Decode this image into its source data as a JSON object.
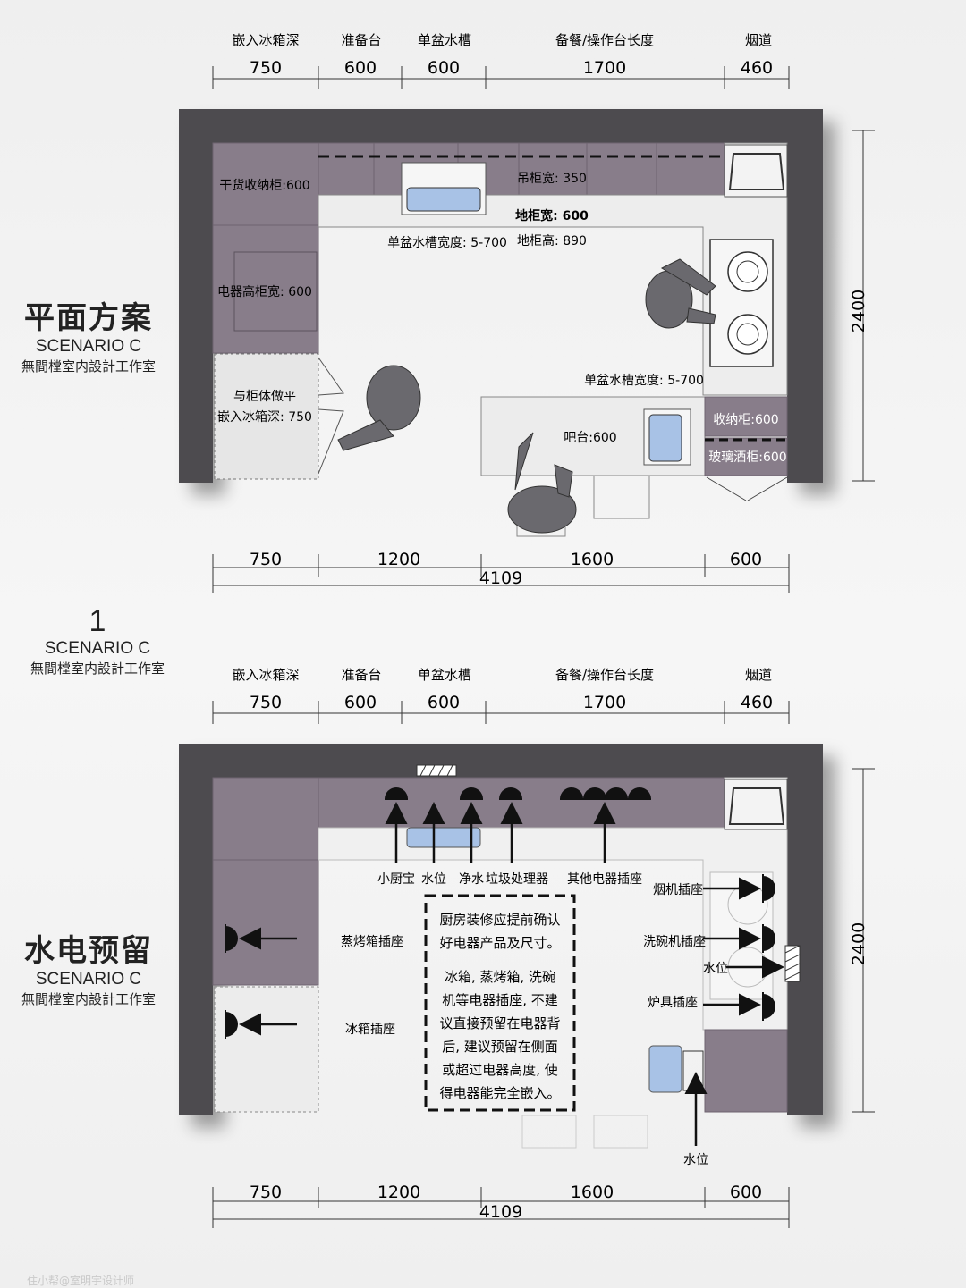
{
  "top_dims": {
    "labels": [
      "嵌入冰箱深",
      "准备台",
      "单盆水槽",
      "备餐/操作台长度",
      "烟道"
    ],
    "values": [
      "750",
      "600",
      "600",
      "1700",
      "460"
    ]
  },
  "bottom_dims": {
    "values": [
      "750",
      "1200",
      "1600",
      "600"
    ],
    "total": "4109"
  },
  "side_dim": "2400",
  "plan": {
    "title": "平面方案",
    "scenario": "SCENARIO C",
    "studio": "無間樘室内設計工作室",
    "labels": {
      "dry_storage": "干货收纳柜:600",
      "wall_cab": "吊柜宽: 350",
      "base_cab": "地柜宽: 600",
      "base_height": "地柜高: 890",
      "sink_w1": "单盆水槽宽度: 5-700",
      "appliance": "电器高柜宽: 600",
      "flush": "与柜体做平",
      "fridge_depth": "嵌入冰箱深: 750",
      "sink_w2": "单盆水槽宽度: 5-700",
      "bar": "吧台:600",
      "storage": "收纳柜:600",
      "wine": "玻璃酒柜:600"
    }
  },
  "middle": {
    "number": "1",
    "scenario": "SCENARIO C",
    "studio": "無間樘室内設計工作室"
  },
  "utility": {
    "title": "水电预留",
    "scenario": "SCENARIO C",
    "studio": "無間樘室内設計工作室",
    "labels": {
      "kitchen_treasure": "小厨宝",
      "water": "水位",
      "purified": "净水",
      "disposer": "垃圾处理器",
      "other_sockets": "其他电器插座",
      "range_hood": "烟机插座",
      "oven": "蒸烤箱插座",
      "dishwasher": "洗碗机插座",
      "water_right": "水位",
      "fridge_socket": "冰箱插座",
      "stove": "炉具插座",
      "water_bottom": "水位"
    },
    "note_lines": [
      "厨房装修应提前确认",
      "好电器产品及尺寸。",
      "冰箱, 蒸烤箱, 洗碗",
      "机等电器插座, 不建",
      "议直接预留在电器背",
      "后, 建议预留在侧面",
      "或超过电器高度, 使",
      "得电器能完全嵌入。"
    ]
  },
  "watermark": "住小帮@室明宇设计师",
  "colors": {
    "wall": "#4d4c50",
    "cabinet": "#887d8a",
    "counter": "#ececec",
    "person": "#6a696e"
  }
}
